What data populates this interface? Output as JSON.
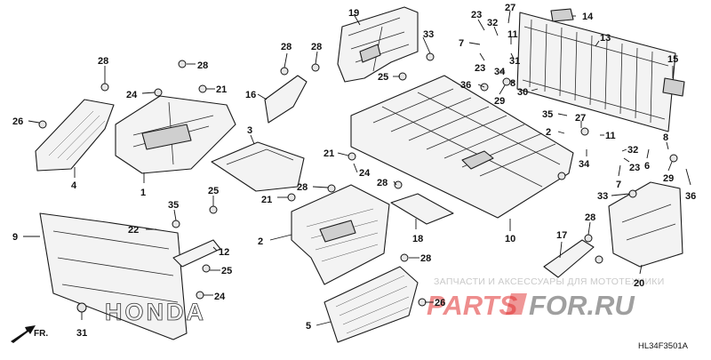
{
  "diagram": {
    "code": "HL34F3501A",
    "front_marker": "FR.",
    "watermark": {
      "line": "ЗАПЧАСТИ И АКСЕССУАРЫ ДЛЯ МОТОТЕХНИКИ",
      "logo_a": "PARTS",
      "logo_b": "FOR.RU"
    },
    "emblem_text": "HONDA",
    "callouts": [
      {
        "id": "c19",
        "label": "19"
      },
      {
        "id": "c33a",
        "label": "33"
      },
      {
        "id": "c28a",
        "label": "28"
      },
      {
        "id": "c28b",
        "label": "28"
      },
      {
        "id": "c28c",
        "label": "28"
      },
      {
        "id": "c28d",
        "label": "28"
      },
      {
        "id": "c24a",
        "label": "24"
      },
      {
        "id": "c21a",
        "label": "21"
      },
      {
        "id": "c26a",
        "label": "26"
      },
      {
        "id": "c4",
        "label": "4"
      },
      {
        "id": "c1",
        "label": "1"
      },
      {
        "id": "c3",
        "label": "3"
      },
      {
        "id": "c16",
        "label": "16"
      },
      {
        "id": "c25a",
        "label": "25"
      },
      {
        "id": "c23a",
        "label": "23"
      },
      {
        "id": "c27a",
        "label": "27"
      },
      {
        "id": "c14",
        "label": "14"
      },
      {
        "id": "c32a",
        "label": "32"
      },
      {
        "id": "c11a",
        "label": "11"
      },
      {
        "id": "c7a",
        "label": "7"
      },
      {
        "id": "c23b",
        "label": "23"
      },
      {
        "id": "c34a",
        "label": "34"
      },
      {
        "id": "c31a",
        "label": "31"
      },
      {
        "id": "c36a",
        "label": "36"
      },
      {
        "id": "c29a",
        "label": "29"
      },
      {
        "id": "c30",
        "label": "30"
      },
      {
        "id": "c13",
        "label": "13"
      },
      {
        "id": "c8a",
        "label": "8"
      },
      {
        "id": "c15",
        "label": "15"
      },
      {
        "id": "c35a",
        "label": "35"
      },
      {
        "id": "c27b",
        "label": "27"
      },
      {
        "id": "c2a",
        "label": "2"
      },
      {
        "id": "c11b",
        "label": "11"
      },
      {
        "id": "c32b",
        "label": "32"
      },
      {
        "id": "c34b",
        "label": "34"
      },
      {
        "id": "c23c",
        "label": "23"
      },
      {
        "id": "c7b",
        "label": "7"
      },
      {
        "id": "c6",
        "label": "6"
      },
      {
        "id": "c8b",
        "label": "8"
      },
      {
        "id": "c29b",
        "label": "29"
      },
      {
        "id": "c36b",
        "label": "36"
      },
      {
        "id": "c33b",
        "label": "33"
      },
      {
        "id": "c21b",
        "label": "21"
      },
      {
        "id": "c24b",
        "label": "24"
      },
      {
        "id": "c28e",
        "label": "28"
      },
      {
        "id": "c28f",
        "label": "28"
      },
      {
        "id": "c21c",
        "label": "21"
      },
      {
        "id": "c25b",
        "label": "25"
      },
      {
        "id": "c35b",
        "label": "35"
      },
      {
        "id": "c22",
        "label": "22"
      },
      {
        "id": "c12",
        "label": "12"
      },
      {
        "id": "c9",
        "label": "9"
      },
      {
        "id": "c25c",
        "label": "25"
      },
      {
        "id": "c24c",
        "label": "24"
      },
      {
        "id": "c31b",
        "label": "31"
      },
      {
        "id": "c2b",
        "label": "2"
      },
      {
        "id": "c18",
        "label": "18"
      },
      {
        "id": "c10",
        "label": "10"
      },
      {
        "id": "c28g",
        "label": "28"
      },
      {
        "id": "c5",
        "label": "5"
      },
      {
        "id": "c26b",
        "label": "26"
      },
      {
        "id": "c17",
        "label": "17"
      },
      {
        "id": "c28h",
        "label": "28"
      },
      {
        "id": "c20",
        "label": "20"
      }
    ]
  }
}
